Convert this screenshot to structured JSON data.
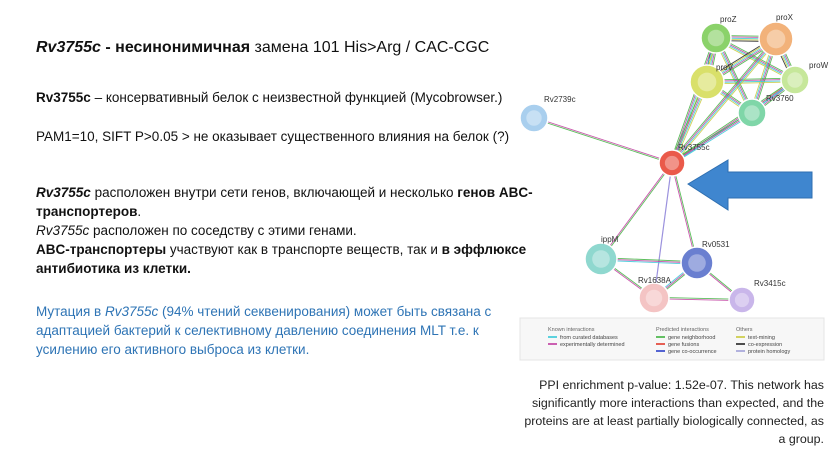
{
  "slide": {
    "title": {
      "gene": "Rv3755c",
      "bold_part": " - несинонимичная",
      "rest": " замена 101 His>Arg  / CAC-CGC"
    },
    "p1": {
      "gene": "Rv3755c",
      "rest": " – консервативный белок с неизвестной функцией (Mycobrowser.)"
    },
    "p2": "PAM1=10, SIFT P>0.05 > не оказывает существенного влияния на белок (?)",
    "p3": {
      "gene": "Rv3755c",
      "text1": " расположен внутри сети генов, включающей и несколько ",
      "bold1": "генов ABC-транспортеров",
      "dot1": ".",
      "gene2": "Rv3755c",
      "text2": " расположен по соседству с этими генами.",
      "bold2": "ABC-транспортеры",
      "text3": " участвуют как в транспорте веществ, так и ",
      "bold3": "в эффлюксе антибиотика из клетки."
    },
    "p4": {
      "text1": "Мутация в ",
      "gene": "Rv3755c",
      "text2": " (94% чтений секвенирования) может быть связана с адаптацией бактерий к селективному давлению соединения MLT т.е. к усилению его активного выброса из клетки."
    },
    "caption": "PPI enrichment p-value: 1.52e-07. This network has significantly more interactions than expected, and the proteins are at least partially biologically connected, as a group."
  },
  "network": {
    "nodes": [
      {
        "id": "proZ",
        "label": "proZ",
        "color": "#8bd26a"
      },
      {
        "id": "proX",
        "label": "proX",
        "color": "#f2b27a"
      },
      {
        "id": "proV",
        "label": "proV",
        "color": "#d9e06a"
      },
      {
        "id": "proW",
        "label": "proW",
        "color": "#c6e79a"
      },
      {
        "id": "Rv3760",
        "label": "Rv3760",
        "color": "#7fd6a8"
      },
      {
        "id": "Rv2739c",
        "label": "Rv2739c",
        "color": "#a9cfee"
      },
      {
        "id": "Rv3755c",
        "label": "Rv3755c",
        "color": "#ea5a4a"
      },
      {
        "id": "ippM",
        "label": "ippM",
        "color": "#8fd8cf"
      },
      {
        "id": "Rv0531",
        "label": "Rv0531",
        "color": "#6a7fd0"
      },
      {
        "id": "Rv1638A",
        "label": "Rv1638A",
        "color": "#f4c4c4"
      },
      {
        "id": "Rv3415c",
        "label": "Rv3415c",
        "color": "#c9b6ea"
      }
    ],
    "arrow_color": "#3f86cf",
    "legend": {
      "known_title": "Known interactions",
      "known": [
        {
          "label": "from curated databases",
          "color": "#35c8d8"
        },
        {
          "label": "experimentally determined",
          "color": "#c03a9f"
        }
      ],
      "predicted_title": "Predicted interactions",
      "predicted": [
        {
          "label": "gene neighborhood",
          "color": "#3fb23f"
        },
        {
          "label": "gene fusions",
          "color": "#e23a2a"
        },
        {
          "label": "gene co-occurrence",
          "color": "#2a3fc8"
        }
      ],
      "others_title": "Others",
      "others": [
        {
          "label": "text-mining",
          "color": "#c8c83a"
        },
        {
          "label": "co-expression",
          "color": "#222222"
        },
        {
          "label": "protein homology",
          "color": "#a0a0d8"
        }
      ]
    }
  }
}
